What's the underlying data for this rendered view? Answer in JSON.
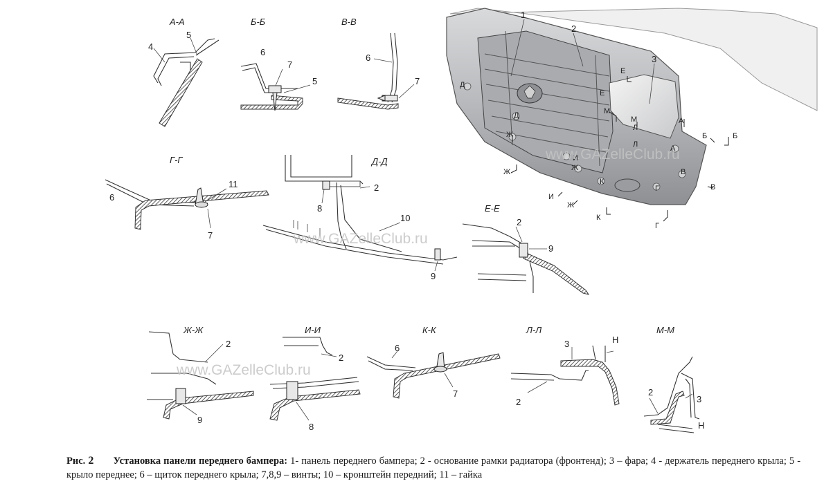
{
  "sections": [
    {
      "id": "aa",
      "title": "А-А",
      "labels": [
        "4",
        "5"
      ]
    },
    {
      "id": "bb",
      "title": "Б-Б",
      "labels": [
        "6",
        "7",
        "5"
      ]
    },
    {
      "id": "vv",
      "title": "В-В",
      "labels": [
        "6",
        "7"
      ]
    },
    {
      "id": "gg",
      "title": "Г-Г",
      "labels": [
        "11",
        "6",
        "7"
      ]
    },
    {
      "id": "dd",
      "title": "Д-Д",
      "labels": [
        "2",
        "8",
        "10",
        "9"
      ]
    },
    {
      "id": "ee",
      "title": "Е-Е",
      "labels": [
        "2",
        "9"
      ]
    },
    {
      "id": "zhzh",
      "title": "Ж-Ж",
      "labels": [
        "2",
        "9"
      ]
    },
    {
      "id": "ii",
      "title": "И-И",
      "labels": [
        "2",
        "8"
      ]
    },
    {
      "id": "kk",
      "title": "К-К",
      "labels": [
        "6",
        "7"
      ]
    },
    {
      "id": "ll",
      "title": "Л-Л",
      "labels": [
        "3",
        "Н",
        "2"
      ]
    },
    {
      "id": "mm",
      "title": "М-М",
      "labels": [
        "2",
        "3",
        "Н"
      ]
    }
  ],
  "main_view": {
    "part_labels": [
      "1",
      "2",
      "3"
    ],
    "cut_markers": [
      "Д",
      "Е",
      "Е",
      "М",
      "М",
      "Л",
      "Л",
      "А",
      "А",
      "Б",
      "Б",
      "Ж",
      "Ж",
      "Ж",
      "Ж",
      "И",
      "И",
      "Д",
      "В",
      "В",
      "К",
      "К",
      "Г",
      "Г"
    ]
  },
  "watermark": "www.GAZelleClub.ru",
  "caption": {
    "fig_label": "Рис.",
    "fig_number": "2",
    "title": "Установка панели переднего бампера:",
    "text": "1- панель переднего бампера; 2 - основание рамки радиатора (фронтенд); 3 – фара; 4 - держатель переднего крыла; 5 - крыло переднее; 6 – щиток переднего крыла; 7,8,9 – винты; 10 – кронштейн передний; 11 – гайка"
  }
}
